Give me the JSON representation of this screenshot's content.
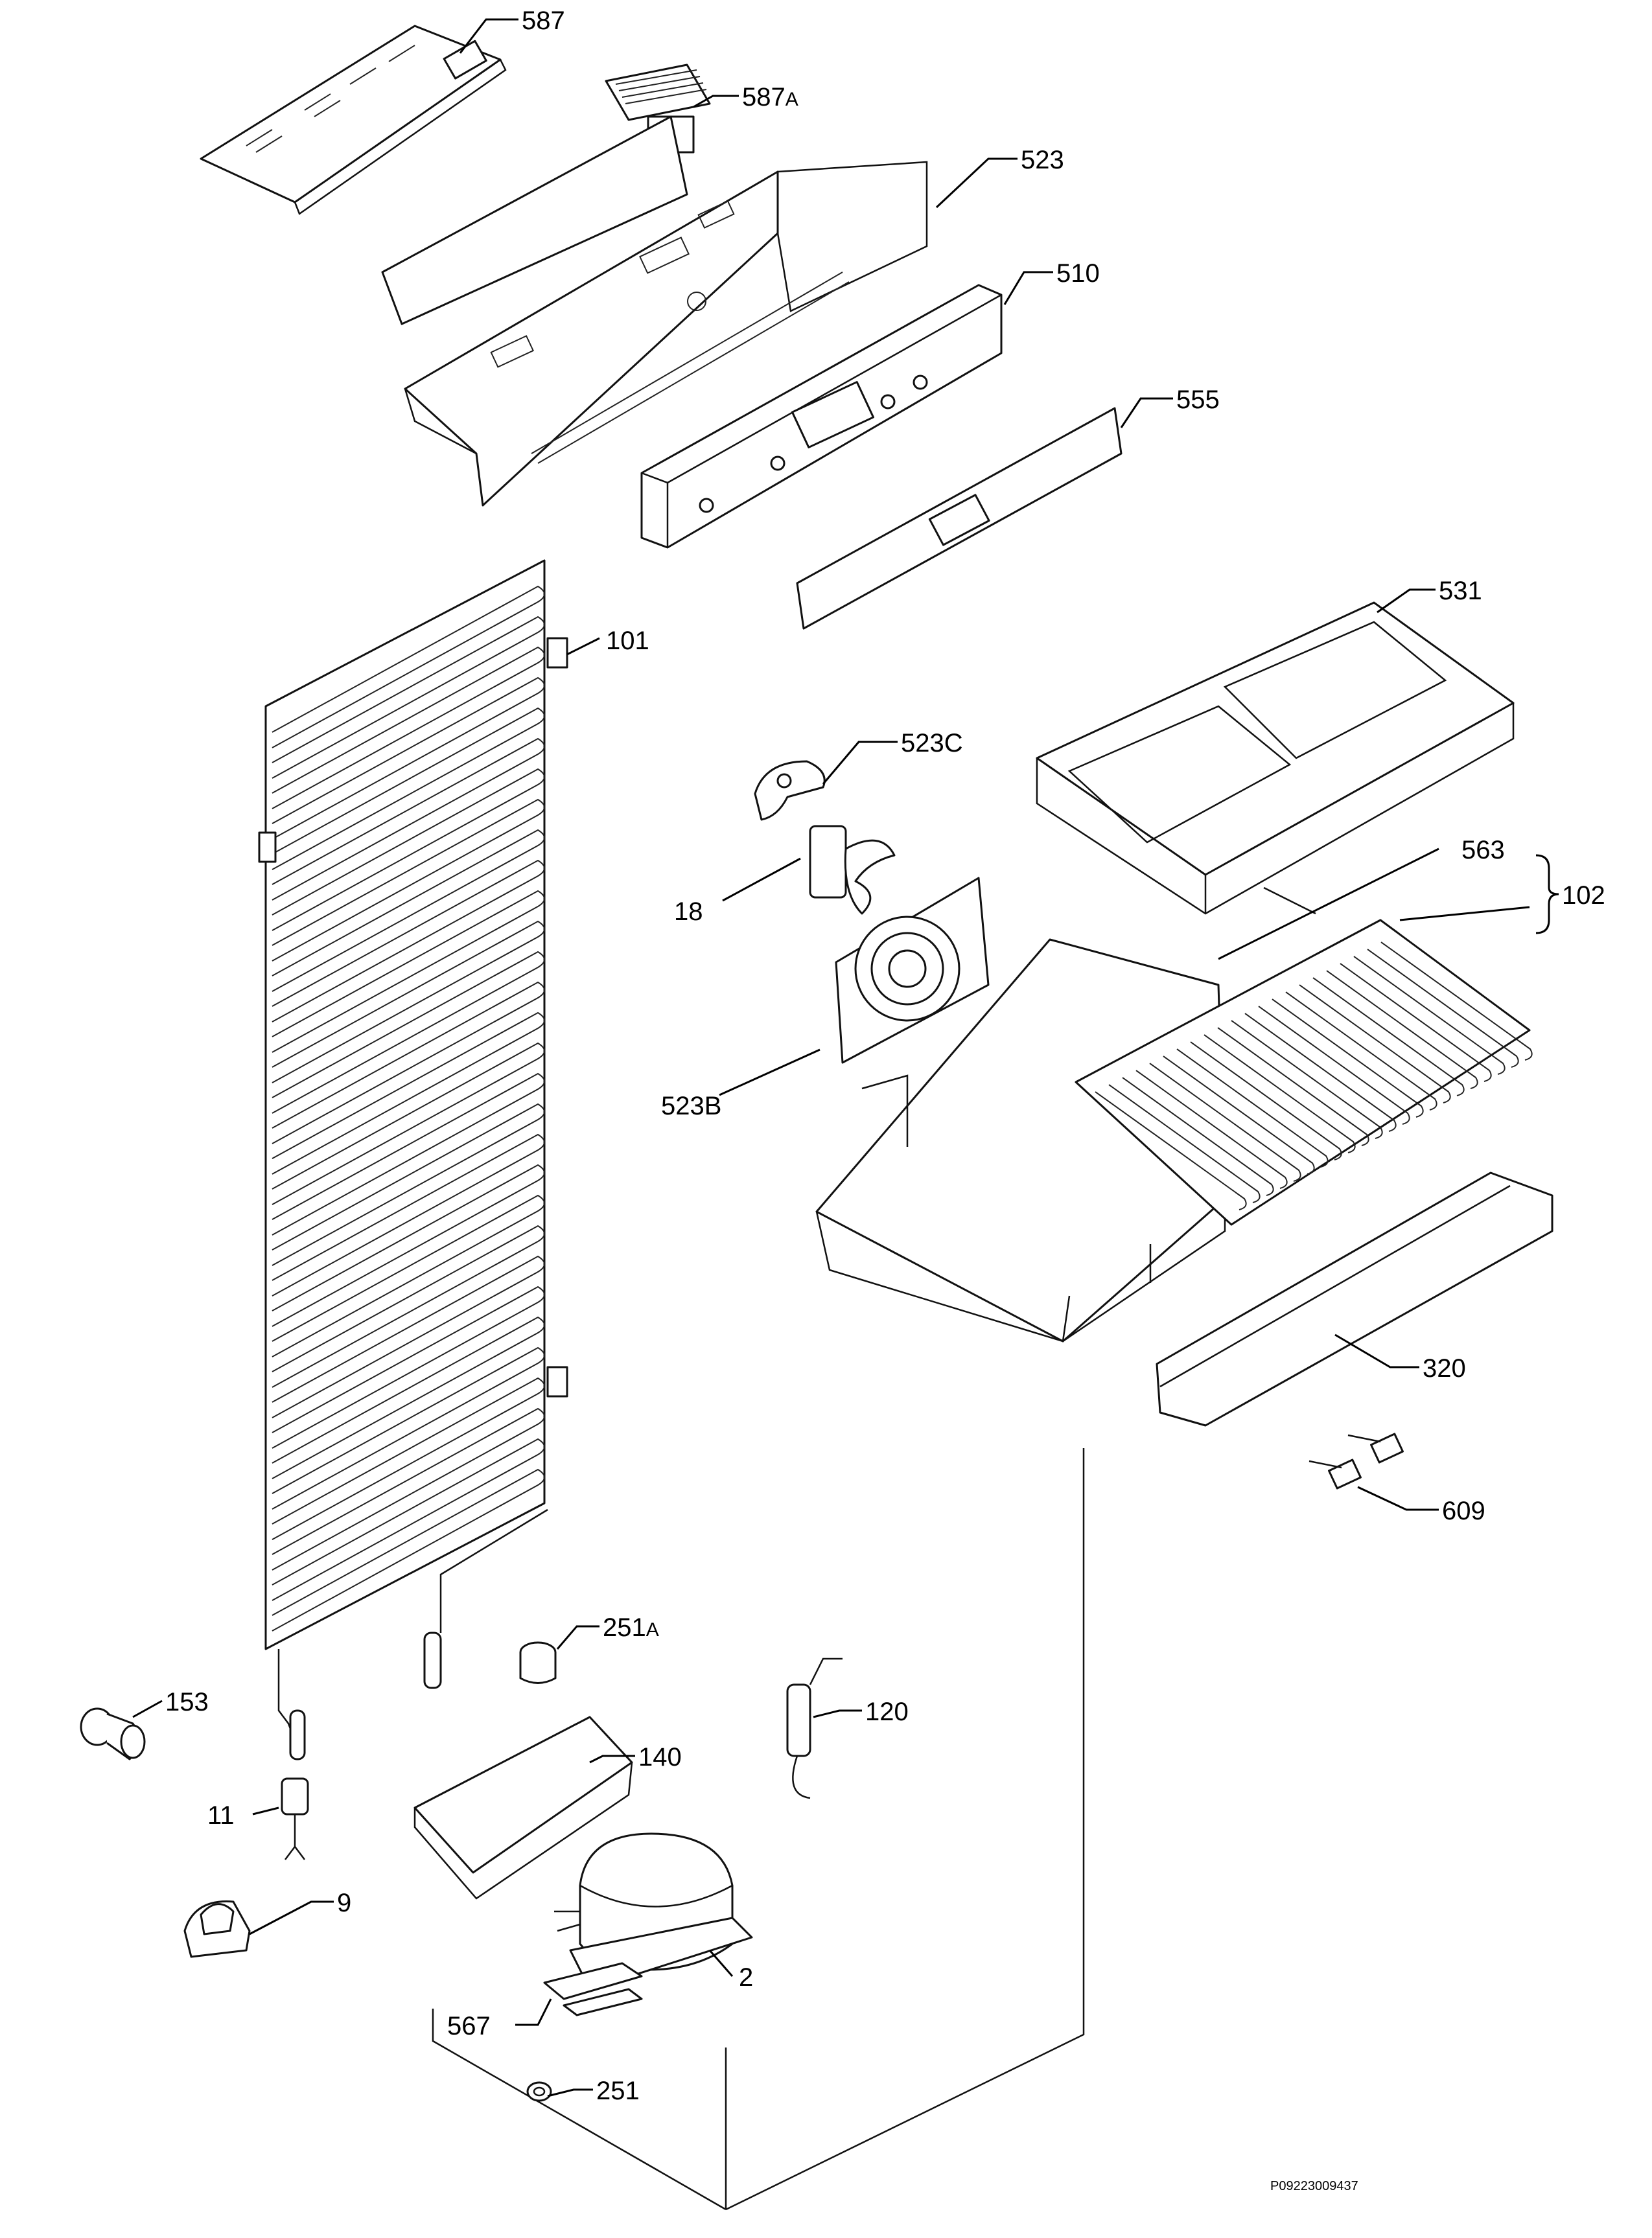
{
  "callouts": [
    {
      "id": "587",
      "text": "587"
    },
    {
      "id": "587A",
      "text": "587",
      "suffix": "A"
    },
    {
      "id": "523",
      "text": "523"
    },
    {
      "id": "510",
      "text": "510"
    },
    {
      "id": "555",
      "text": "555"
    },
    {
      "id": "101",
      "text": "101"
    },
    {
      "id": "531",
      "text": "531"
    },
    {
      "id": "523C",
      "text": "523C"
    },
    {
      "id": "18",
      "text": "18"
    },
    {
      "id": "563",
      "text": "563"
    },
    {
      "id": "102",
      "text": "102"
    },
    {
      "id": "523B",
      "text": "523B"
    },
    {
      "id": "320",
      "text": "320"
    },
    {
      "id": "609",
      "text": "609"
    },
    {
      "id": "251A",
      "text": "251",
      "suffix": "A"
    },
    {
      "id": "153",
      "text": "153"
    },
    {
      "id": "120",
      "text": "120"
    },
    {
      "id": "140",
      "text": "140"
    },
    {
      "id": "11",
      "text": "11"
    },
    {
      "id": "9",
      "text": "9"
    },
    {
      "id": "2",
      "text": "2"
    },
    {
      "id": "567",
      "text": "567"
    },
    {
      "id": "251",
      "text": "251"
    }
  ],
  "drawing_code": "P09223009437"
}
